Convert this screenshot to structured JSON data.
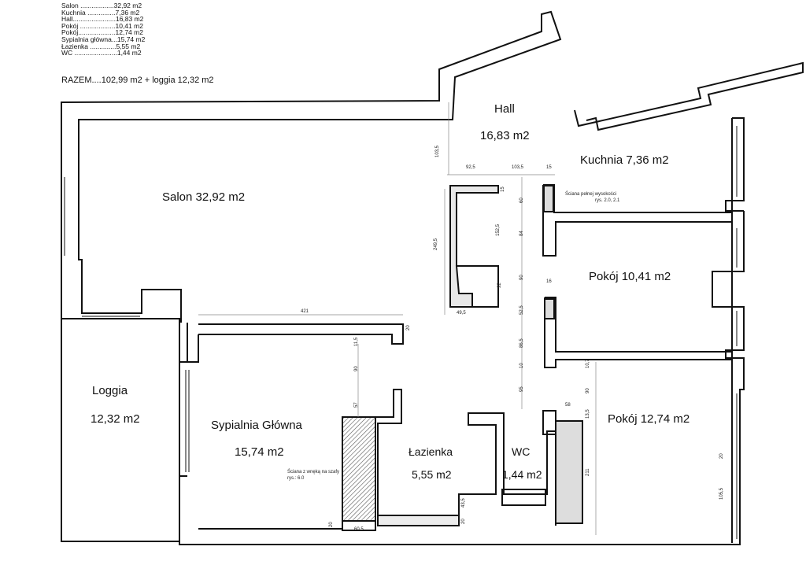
{
  "legend": [
    {
      "room": "Salon ..................",
      "area": "32,92 m2"
    },
    {
      "room": "Kuchnia ...............",
      "area": "7,36 m2"
    },
    {
      "room": "Hall.......................",
      "area": "16,83 m2"
    },
    {
      "room": "Pokój ...................",
      "area": "10,41 m2"
    },
    {
      "room": "Pokój....................",
      "area": "12,74 m2"
    },
    {
      "room": "Sypialnia główna...",
      "area": "15,74 m2"
    },
    {
      "room": "Łazienka ..............",
      "area": "5,55 m2"
    },
    {
      "room": "WC .......................",
      "area": "1,44 m2"
    }
  ],
  "total": "RAZEM....102,99 m2 + loggia 12,32 m2",
  "rooms": {
    "hall_name": "Hall",
    "hall_area": "16,83 m2",
    "kuchnia": "Kuchnia  7,36 m2",
    "salon": "Salon  32,92 m2",
    "pokoj1": "Pokój  10,41 m2",
    "pokoj2": "Pokój  12,74 m2",
    "loggia_name": "Loggia",
    "loggia_area": "12,32 m2",
    "sypialnia_name": "Sypialnia Główna",
    "sypialnia_area": "15,74 m2",
    "lazienka_name": "Łazienka",
    "lazienka_area": "5,55 m2",
    "wc_name": "WC",
    "wc_area": "1,44 m2"
  },
  "notes": {
    "full_wall": "Ściana pełnej wysokości",
    "full_wall_ref": "rys. 2.0, 2.1",
    "niche_wall": "Ściana z wnęką na szafy",
    "niche_wall_ref": "rys.: 6.0"
  },
  "dims": [
    "103,5",
    "92,5",
    "103,5",
    "15",
    "15",
    "60",
    "152,5",
    "249,5",
    "84",
    "90",
    "92",
    "49,5",
    "16",
    "52,5",
    "86,5",
    "10",
    "95",
    "421",
    "20",
    "11,5",
    "90",
    "57",
    "20",
    "60,5",
    "43,5",
    "20",
    "58",
    "13,5",
    "10,7",
    "90",
    "211",
    "20",
    "105,5"
  ]
}
